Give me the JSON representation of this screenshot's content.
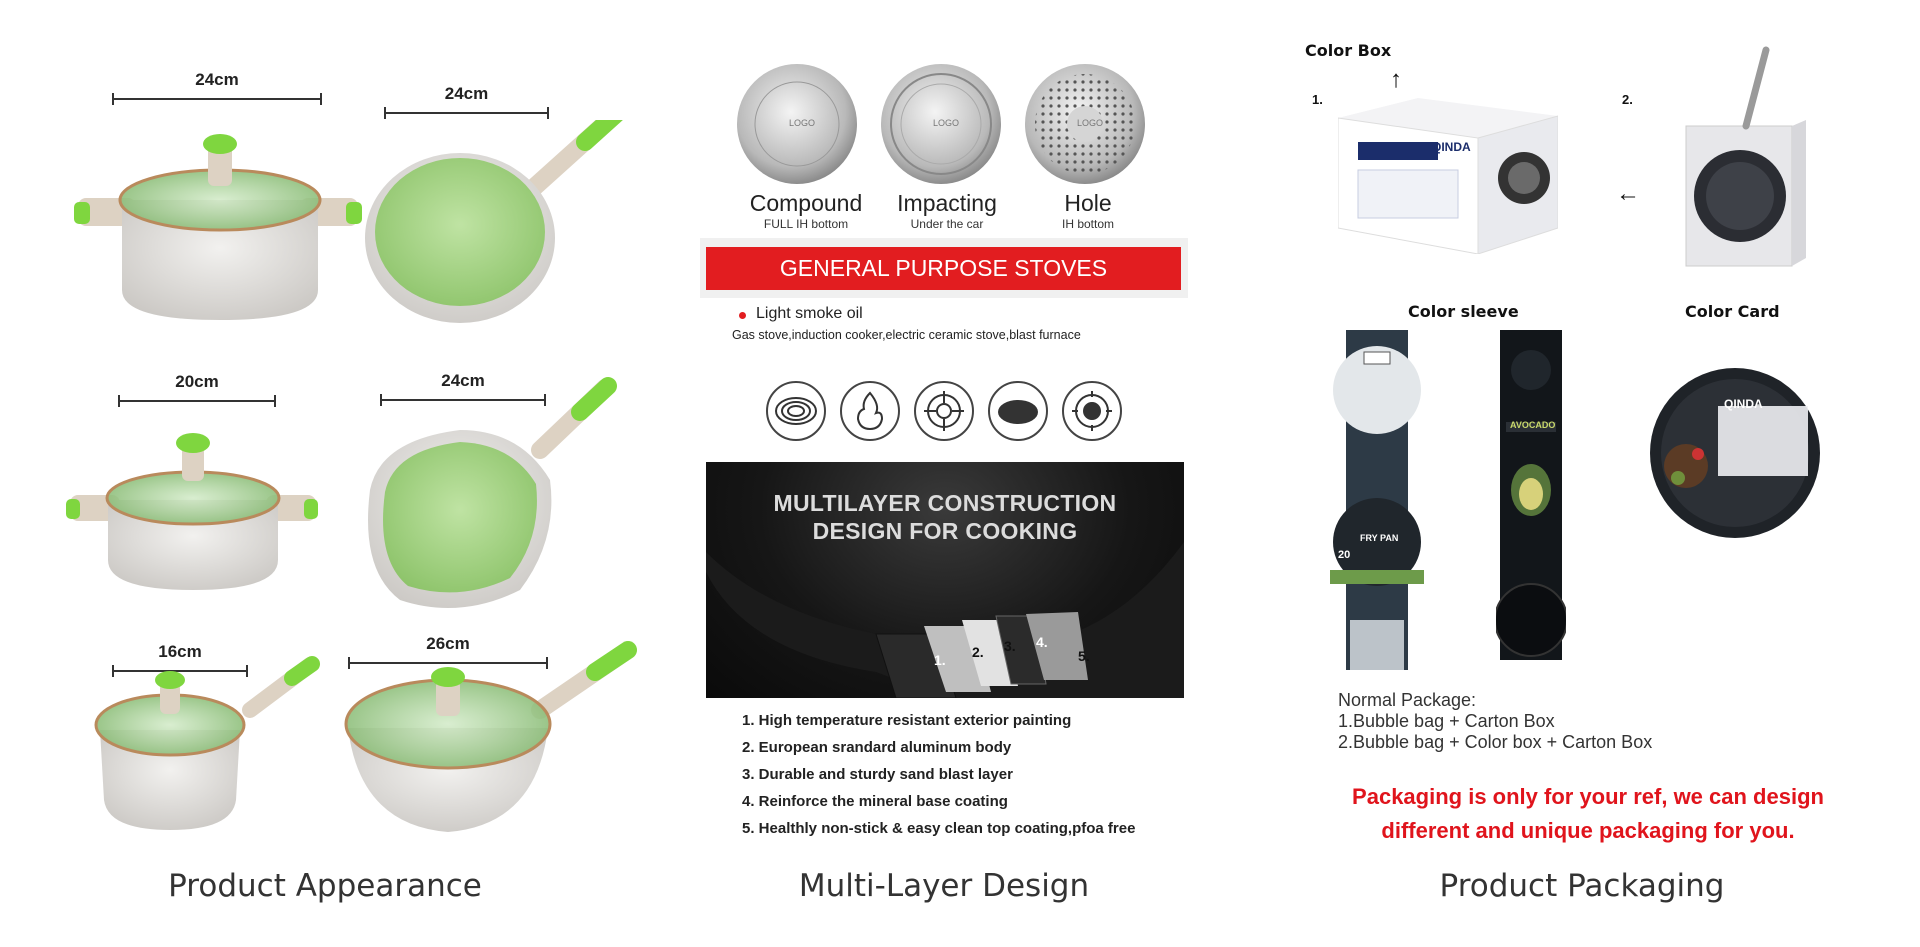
{
  "sections": {
    "appearance": "Product Appearance",
    "multilayer": "Multi-Layer Design",
    "packaging": "Product Packaging"
  },
  "appearance": {
    "dimensions": [
      "24cm",
      "24cm",
      "20cm",
      "24cm",
      "16cm",
      "26cm"
    ]
  },
  "multilayer": {
    "bottoms": [
      {
        "name": "Compound",
        "sub": "FULL IH bottom",
        "logo": "LOGO"
      },
      {
        "name": "Impacting",
        "sub": "Under the car",
        "logo": "LOGO"
      },
      {
        "name": "Hole",
        "sub": "IH bottom",
        "logo": "LOGO"
      }
    ],
    "banner": "GENERAL PURPOSE STOVES",
    "bullet": "Light smoke oil",
    "stoves": "Gas stove,induction cooker,electric ceramic stove,blast furnace",
    "stove_icons": [
      "induction-coil-icon",
      "flame-icon",
      "gas-burner-icon",
      "ceramic-plate-icon",
      "blast-furnace-icon"
    ],
    "panel_title_1": "MULTILAYER CONSTRUCTION",
    "panel_title_2": "DESIGN FOR COOKING",
    "layers": [
      "1.",
      "2.",
      "3.",
      "4.",
      "5."
    ],
    "features": [
      "1. High temperature resistant exterior painting",
      "2. European srandard aluminum body",
      "3. Durable and sturdy sand blast layer",
      "4. Reinforce the mineral base coating",
      "5. Healthly non-stick & easy clean top coating,pfoa free"
    ]
  },
  "packaging": {
    "color_box": "Color Box",
    "color_sleeve": "Color sleeve",
    "color_card": "Color Card",
    "num1": "1.",
    "num2": "2.",
    "brand": "QINDA",
    "sleeve_fry": "FRY PAN",
    "sleeve_size": "20",
    "sleeve2_name": "AVOCADO",
    "normal_title": "Normal Package:",
    "normal_1": "1.Bubble bag + Carton Box",
    "normal_2": "2.Bubble bag + Color box + Carton Box",
    "note_1": "Packaging is only for your ref, we can design",
    "note_2": "different and unique packaging for you.",
    "colors": {
      "accent_red": "#e21d20",
      "pan_green": "#a9d68a",
      "handle_green": "#7fd63f"
    }
  }
}
